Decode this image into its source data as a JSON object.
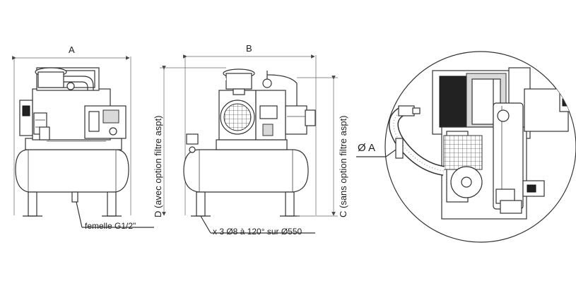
{
  "labels": {
    "dim_a": "A",
    "dim_b": "B",
    "dim_c": "C (sans option filtre aspt)",
    "dim_d": "D (avec option filtre aspt)",
    "diam_a": "Ø A",
    "callout_drain": "femelle G1/2\"",
    "callout_feet": "x 3 Ø8 à 120° sur Ø550"
  },
  "colors": {
    "line": "#333333",
    "dark_part": "#222222",
    "background": "#ffffff"
  }
}
